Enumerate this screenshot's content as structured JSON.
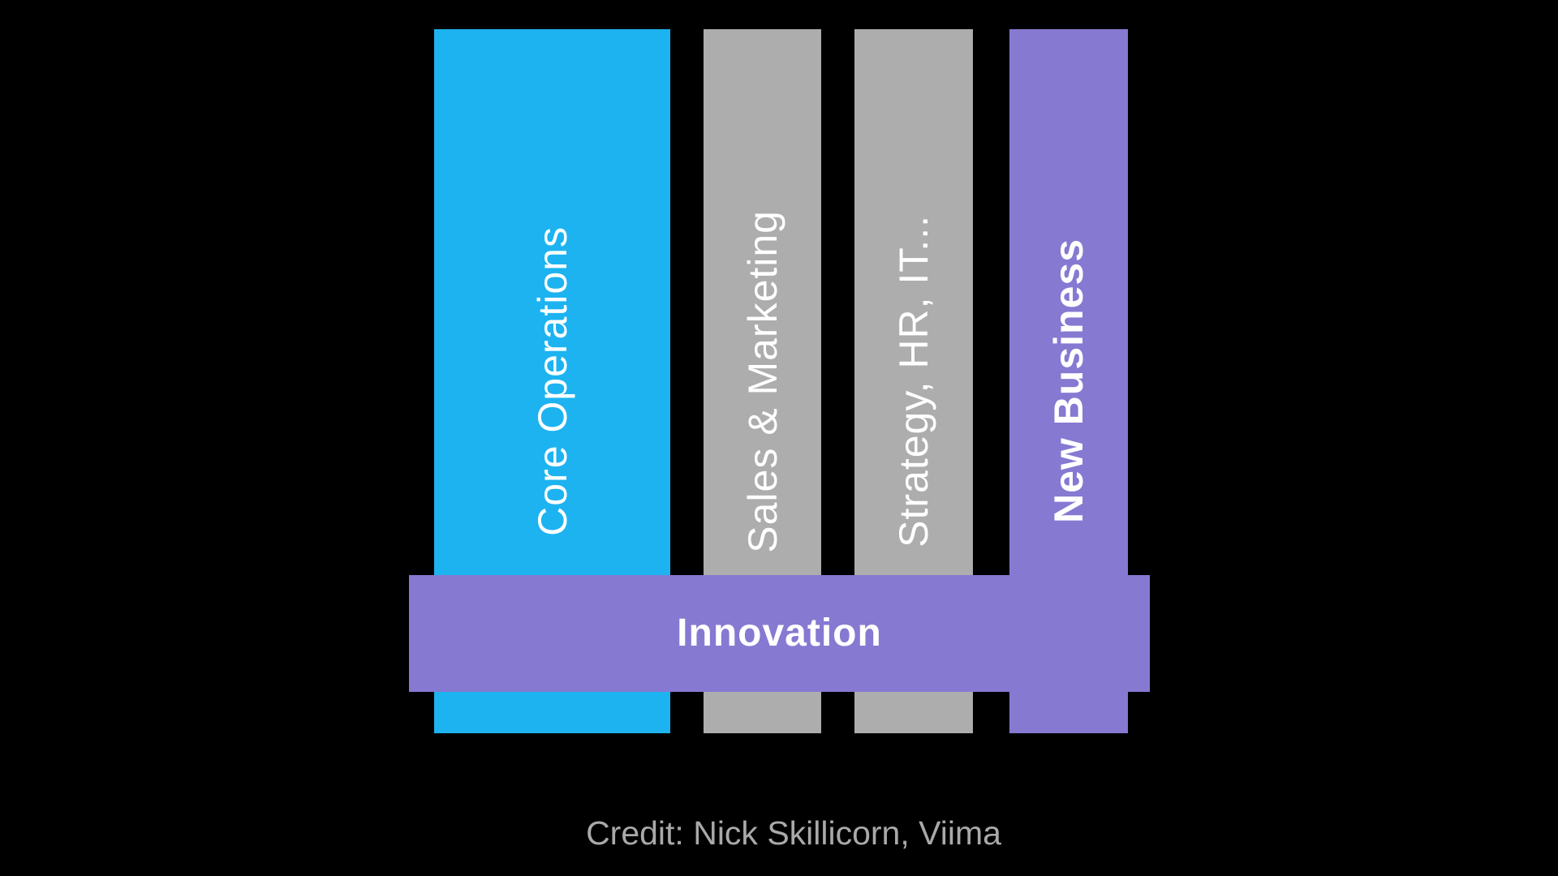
{
  "page": {
    "background_color": "#000000"
  },
  "diagram": {
    "vertical_bars": [
      {
        "id": "core-operations",
        "label": "Core Operations",
        "color": "#1DB3F0",
        "text_color": "#FFFFFF",
        "bold": false
      },
      {
        "id": "sales-marketing",
        "label": "Sales & Marketing",
        "color": "#ADADAD",
        "text_color": "#FFFFFF",
        "bold": false
      },
      {
        "id": "strategy-hr-it",
        "label": "Strategy, HR, IT...",
        "color": "#ADADAD",
        "text_color": "#FFFFFF",
        "bold": false
      },
      {
        "id": "new-business",
        "label": "New Business",
        "color": "#8679D2",
        "text_color": "#FFFFFF",
        "bold": true
      }
    ],
    "horizontal_bar": {
      "id": "innovation",
      "label": "Innovation",
      "color": "#8679D2",
      "text_color": "#FFFFFF",
      "bold": true
    }
  },
  "footer": {
    "credit_text": "Credit: Nick Skillicorn, Viima",
    "text_color": "#A9A9A9"
  }
}
